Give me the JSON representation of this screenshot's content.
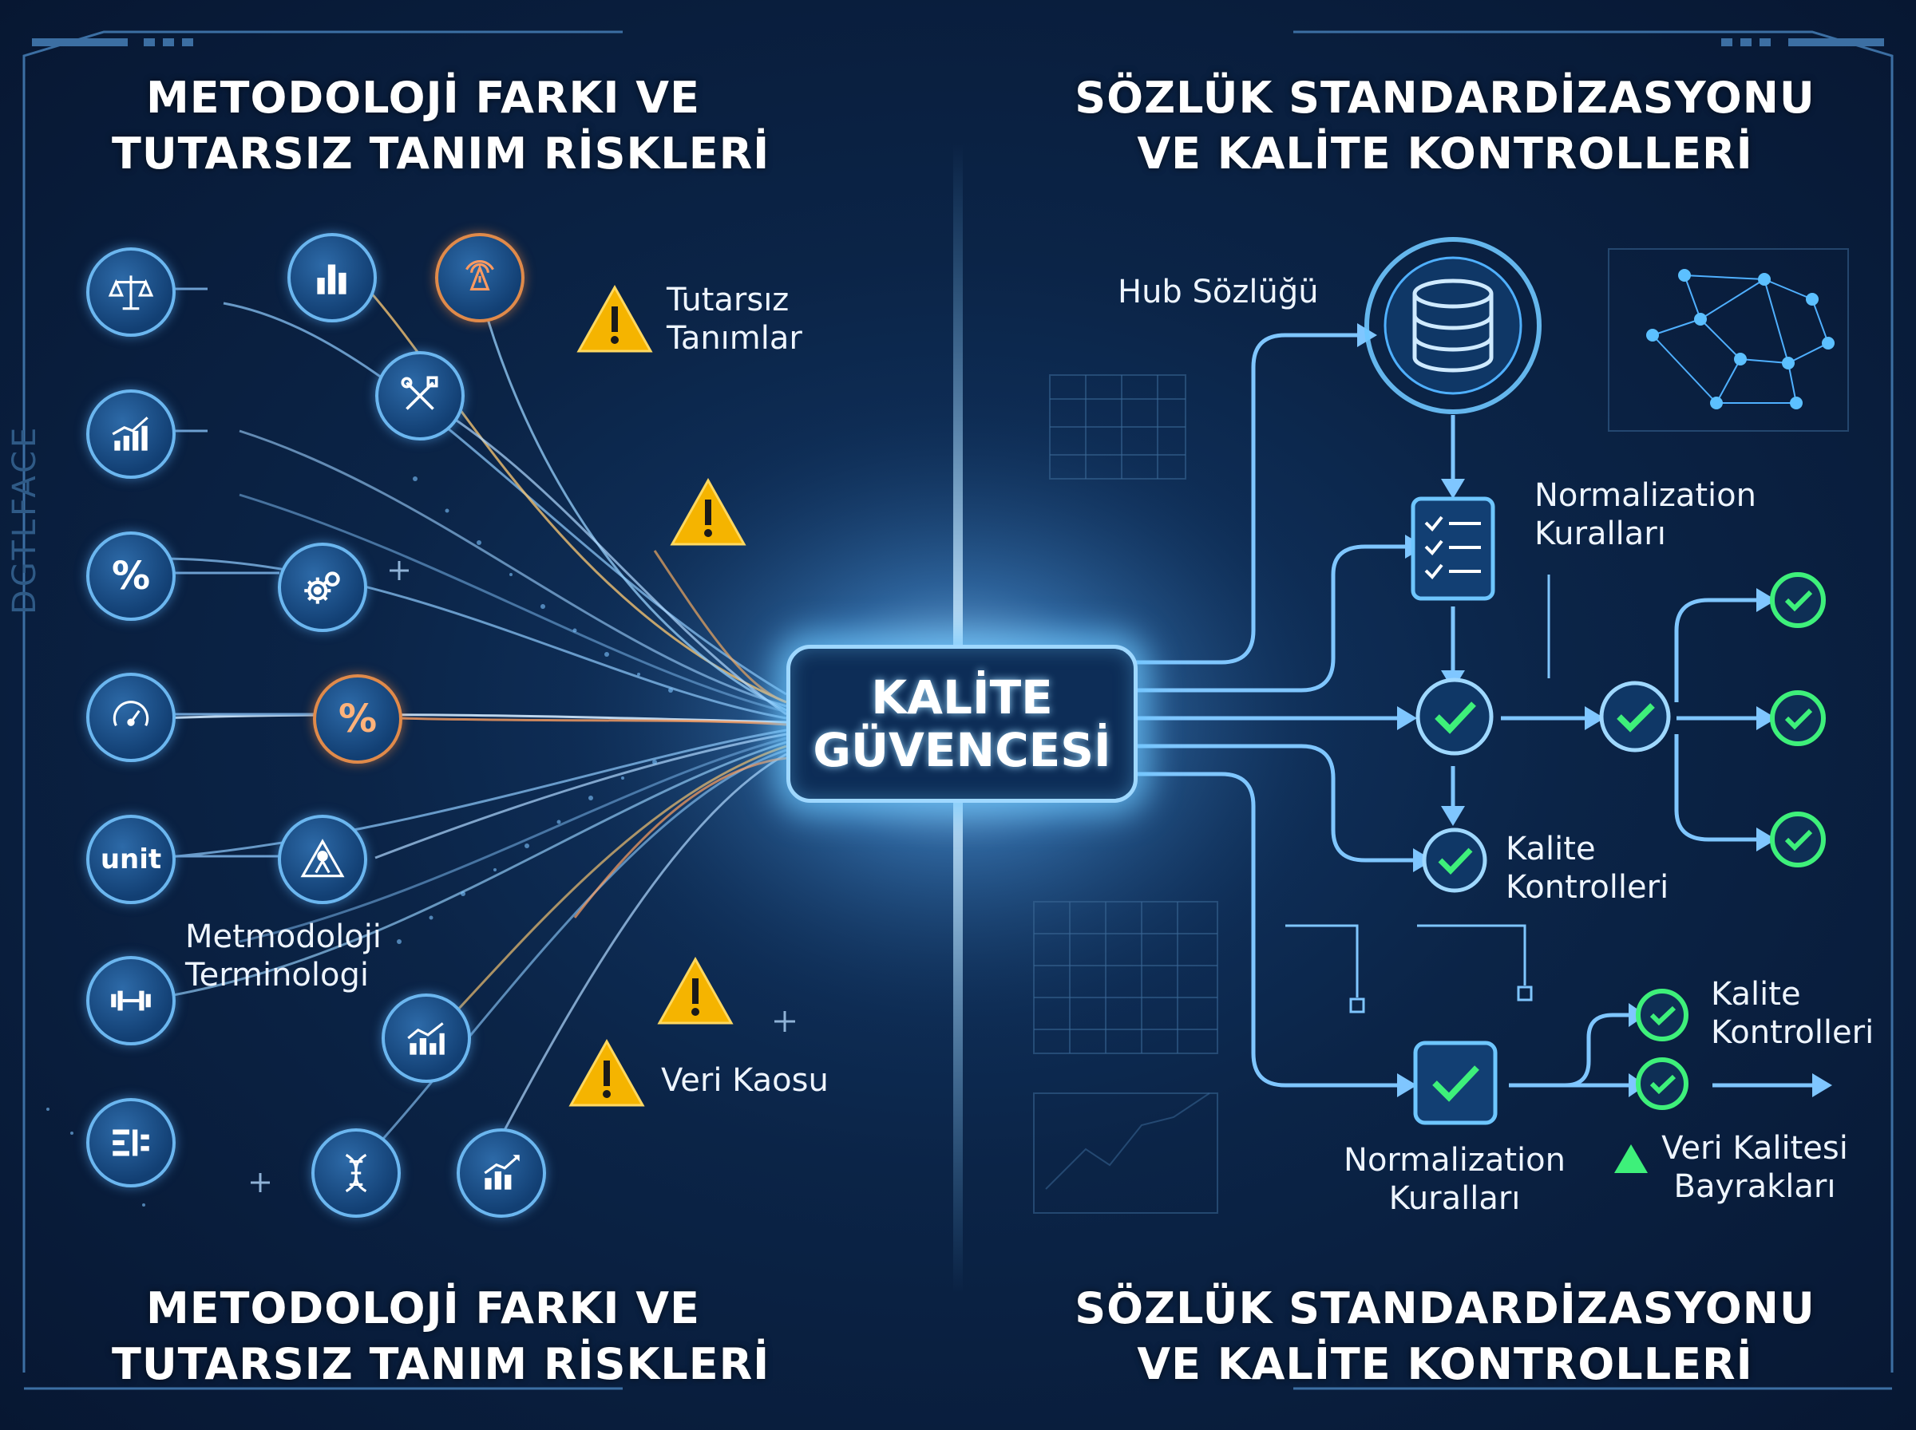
{
  "titles": {
    "top_left": [
      "METODOLOJİ FARKI VE",
      "TUTARSIZ TANIM RİSKLERİ"
    ],
    "top_right": [
      "SÖZLÜK STANDARDİZASYONU",
      "VE KALİTE KONTROLLERİ"
    ],
    "bottom_left": [
      "METODOLOJİ FARKI VE",
      "TUTARSIZ TANIM RİSKLERİ"
    ],
    "bottom_right": [
      "SÖZLÜK STANDARDİZASYONU",
      "VE KALİTE KONTROLLERİ"
    ]
  },
  "center": {
    "line1": "KALİTE",
    "line2": "GÜVENCESİ"
  },
  "side_text": "DGTLFACE",
  "left_labels": {
    "tutarsiz": [
      "Tutarsız",
      "Tanımlar"
    ],
    "metodoloji": [
      "Metmodoloji",
      "Terminologi"
    ],
    "veri_kaosu": "Veri Kaosu"
  },
  "right_labels": {
    "hub": "Hub Sözlüğü",
    "normalization_1": [
      "Normalization",
      "Kuralları"
    ],
    "kalite_1": [
      "Kalite",
      "Kontrolleri"
    ],
    "kalite_2": [
      "Kalite",
      "Kontrolleri"
    ],
    "normalization_2": [
      "Normalization",
      "Kuralları"
    ],
    "veri_kalitesi": [
      "Veri Kalitesi",
      "Bayrakları"
    ]
  },
  "icons": {
    "unit": "unit",
    "percent": "%",
    "names": [
      "scales-icon",
      "bar-chart-icon",
      "antenna-warning-icon",
      "growth-chart-icon",
      "tools-icon",
      "percent-icon",
      "gears-icon",
      "gauge-icon",
      "orange-percent-icon",
      "unit-icon",
      "hazard-worker-icon",
      "dumbbell-icon",
      "chart-icon",
      "settings-panel-icon",
      "dna-icon",
      "chart-up-icon",
      "database-icon",
      "checklist-icon",
      "check-icon"
    ]
  },
  "colors": {
    "background": "#0b2447",
    "glow": "#9fd8ff",
    "warning": "#f5b400",
    "check_green": "#3ef07a",
    "orange_accent": "#e08a4a"
  }
}
